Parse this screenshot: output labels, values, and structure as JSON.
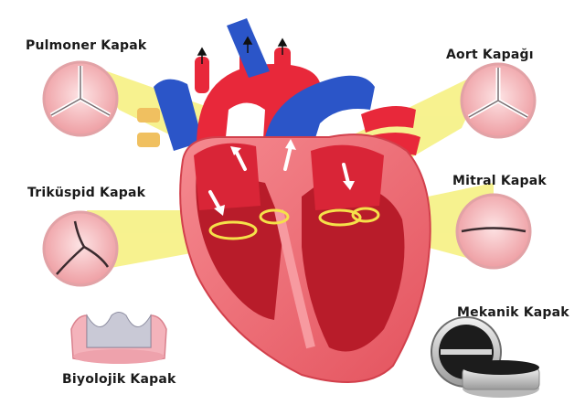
{
  "labels": {
    "pulmonary": "Pulmoner Kapak",
    "aortic": "Aort Kapağı",
    "tricuspid": "Triküspid Kapak",
    "mitral": "Mitral Kapak",
    "mechanical": "Mekanik Kapak",
    "biological": "Biyolojik Kapak"
  },
  "colors": {
    "artery_red": "#e8283a",
    "vein_blue": "#2b55c8",
    "muscle_pink": "#f47b83",
    "chamber_dark": "#b81c2a",
    "highlight_yellow": "#f4ee6a",
    "valve_pink": "#f6c2c4"
  }
}
